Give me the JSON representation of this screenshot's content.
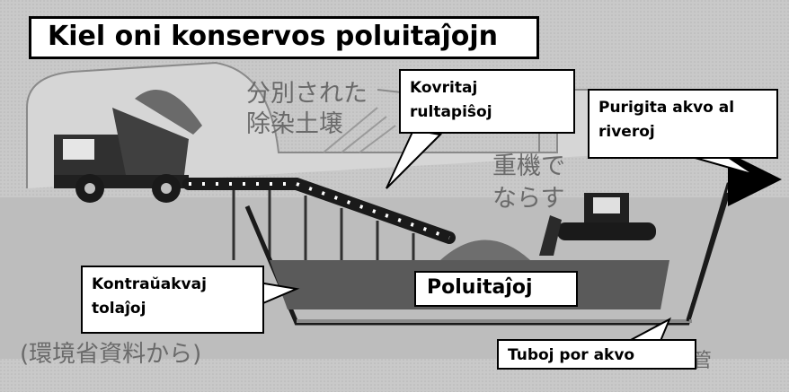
{
  "title": "Kiel oni konservos poluitaĵojn",
  "callouts": {
    "conveyor": [
      "Kovritaj",
      "rultapiŝoj"
    ],
    "water": [
      "Purigita akvo al",
      "riveroj"
    ],
    "sheet": [
      "Kontraŭakvaj",
      "tolaĵoj"
    ],
    "pollutants": "Poluitaĵoj",
    "pipe": "Tuboj por akvo"
  },
  "japanese": {
    "sorted_soil": [
      "分別された",
      "除染土壌"
    ],
    "heavy_machinery": [
      "重機で",
      "ならす"
    ],
    "source": "(環境省資料から)",
    "tube_char": "管"
  }
}
